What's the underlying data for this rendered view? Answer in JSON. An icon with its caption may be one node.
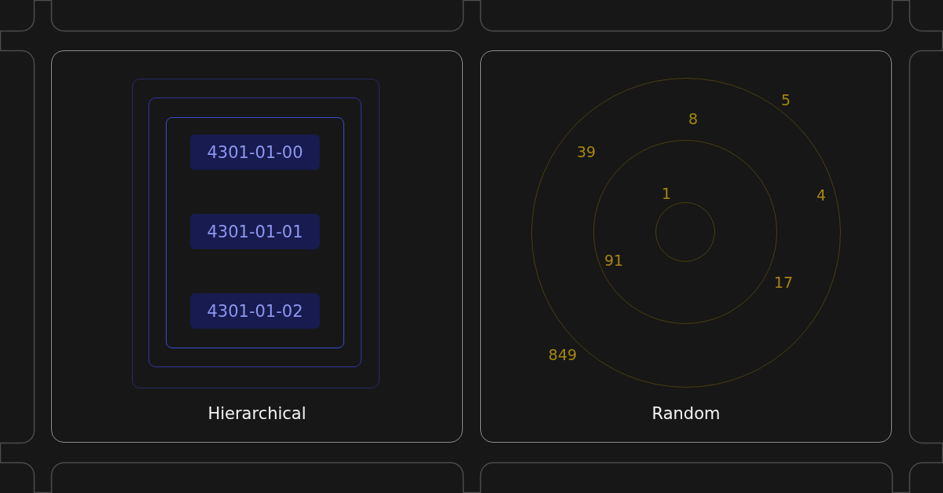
{
  "diagram": {
    "nodes": [
      {
        "text": [
          "Hierarchical"
        ]
      },
      {
        "text": [],
        "shape": "box",
        "in": 0
      },
      {
        "text": [],
        "shape": "box",
        "in": 1
      },
      {
        "text": [],
        "shape": "box",
        "in": 2
      },
      {
        "text": [
          "4301-01-00"
        ],
        "in": 3
      },
      {
        "text": [
          "4301-01-01"
        ],
        "in": 3
      },
      {
        "text": [
          "4301-01-02"
        ],
        "in": 3
      },
      {
        "text": [
          "Random"
        ]
      },
      {
        "text": [],
        "shape": "circle",
        "in": 7
      },
      {
        "text": [],
        "shape": "circle",
        "in": 8
      },
      {
        "text": [],
        "shape": "circle",
        "in": 9
      }
    ],
    "labels": [
      "5",
      "8",
      "39",
      "1",
      "4",
      "91",
      "17",
      "849"
    ]
  }
}
